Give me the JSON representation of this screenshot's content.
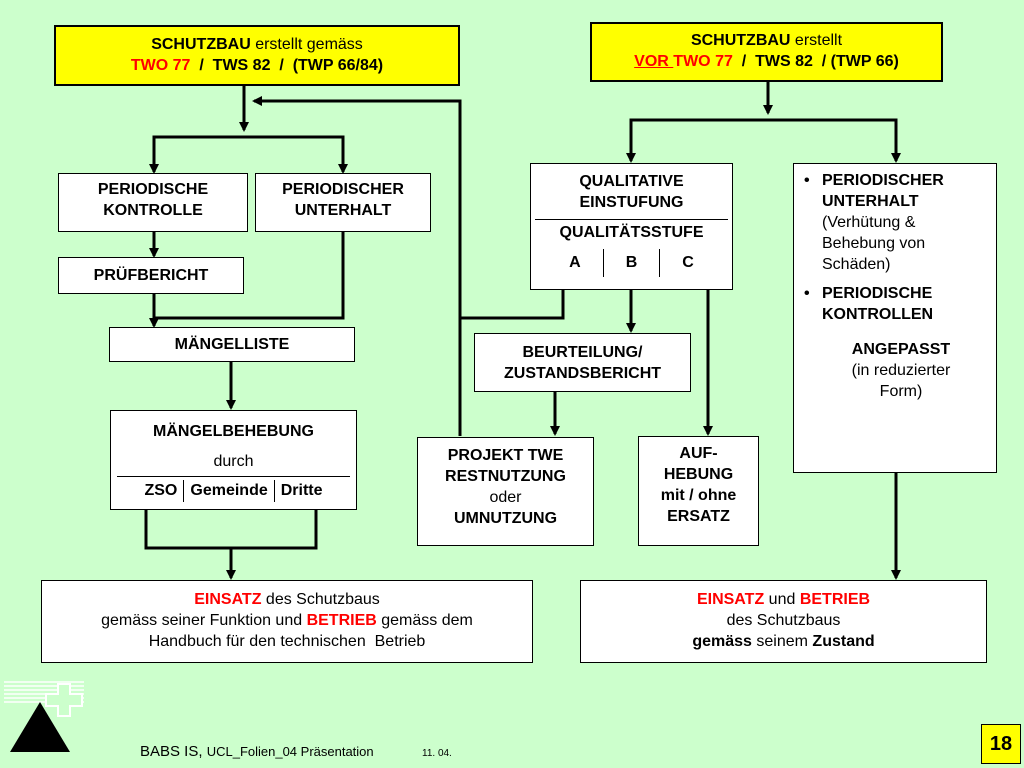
{
  "top_left": {
    "line1_bold": "SCHUTZBAU",
    "line1_rest": " erstellt gemäss",
    "two": "TWO 77",
    "sep": "  /  ",
    "tws": "TWS 82",
    "sep2": "  /  ",
    "twp": "(TWP 66/84)"
  },
  "top_right": {
    "line1_bold": "SCHUTZBAU",
    "line1_rest": " erstellt",
    "vor": "VOR ",
    "two": "TWO 77",
    "sep": "  /  ",
    "tws": "TWS 82",
    "sep2": "  / ",
    "twp": "(TWP 66)"
  },
  "boxes": {
    "periodische_kontrolle": "PERIODISCHE KONTROLLE",
    "periodischer_unterhalt": "PERIODISCHER UNTERHALT",
    "pruefbericht": "PRÜFBERICHT",
    "maengelliste": "MÄNGELLISTE",
    "maengelbehebung_title": "MÄNGELBEHEBUNG",
    "maengelbehebung_durch": "durch",
    "zso": "ZSO",
    "gemeinde": "Gemeinde",
    "dritte": "Dritte",
    "qual_line1": "QUALITATIVE",
    "qual_line2": "EINSTUFUNG",
    "qual_stufe": "QUALITÄTSSTUFE",
    "stufe_a": "A",
    "stufe_b": "B",
    "stufe_c": "C",
    "beurteilung_line1": "BEURTEILUNG/",
    "beurteilung_line2": "ZUSTANDSBERICHT",
    "projekt_line1": "PROJEKT TWE",
    "projekt_line2": "RESTNUTZUNG",
    "projekt_oder": "oder",
    "projekt_line4": "UMNUTZUNG",
    "aufhebung_line1": "AUF-",
    "aufhebung_line2": "HEBUNG",
    "aufhebung_line3": "mit / ohne",
    "aufhebung_line4": "ERSATZ"
  },
  "right_panel": {
    "bullet1_title1": "PERIODISCHER",
    "bullet1_title2": "UNTERHALT",
    "bullet1_sub": "(Verhütung & Behebung von Schäden)",
    "bullet2_title1": "PERIODISCHE",
    "bullet2_title2": "KONTROLLEN",
    "angepasst": "ANGEPASST",
    "reduziert1": "(in reduzierter",
    "reduziert2": "Form)"
  },
  "bottom_left": {
    "einsatz": "EINSATZ",
    "des": " des Schutzbaus",
    "line2a": "gemäss seiner Funktion und ",
    "betrieb": "BETRIEB",
    "line2b": " gemäss dem",
    "line3": "Handbuch für den technischen  Betrieb"
  },
  "bottom_right": {
    "einsatz": "EINSATZ",
    "und": " und ",
    "betrieb": "BETRIEB",
    "line2": "des Schutzbaus",
    "gemaess": "gemäss",
    "seinem": " seinem ",
    "zustand": "Zustand"
  },
  "footer": {
    "babs": "BABS IS, ",
    "folien": "UCL_Folien_04 Präsentation",
    "date": "11. 04.",
    "page": "18"
  },
  "colors": {
    "background": "#ccffcc",
    "highlight": "#ffff00",
    "accent_red": "#ff0000",
    "connector": "#000000"
  },
  "icons": {
    "logo": "babs-triangle-cross-logo"
  }
}
